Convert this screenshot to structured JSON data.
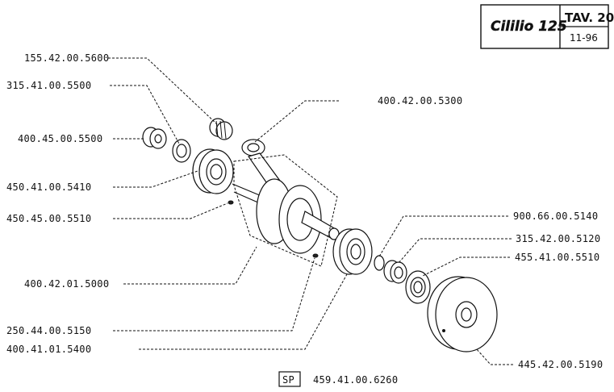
{
  "header": {
    "logo_text": "Cililio 125",
    "table_label": "TAV. 20",
    "date": "11-96"
  },
  "parts": [
    {
      "code": "155.42.00.5600"
    },
    {
      "code": "315.41.00.5500"
    },
    {
      "code": "400.45.00.5500"
    },
    {
      "code": "450.41.00.5410"
    },
    {
      "code": "450.45.00.5510"
    },
    {
      "code": "400.42.01.5000"
    },
    {
      "code": "250.44.00.5150"
    },
    {
      "code": "400.41.01.5400"
    },
    {
      "code": "400.42.00.5300"
    },
    {
      "code": "900.66.00.5140"
    },
    {
      "code": "315.42.00.5120"
    },
    {
      "code": "455.41.00.5510"
    },
    {
      "code": "445.42.00.5190"
    }
  ],
  "footer": {
    "sp_label": "SP",
    "sp_code": "459.41.00.6260"
  }
}
